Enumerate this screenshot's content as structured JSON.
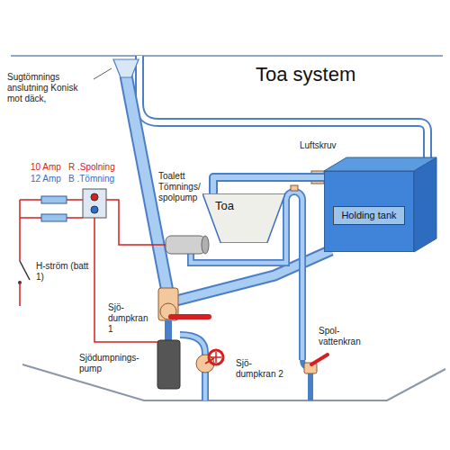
{
  "diagram": {
    "title": "Toa system",
    "nodes": [
      {
        "text": [
          "Toa"
        ]
      },
      {
        "text": [
          "Holding tank"
        ]
      }
    ],
    "edges": [
      {
        "from": 0,
        "to": 1,
        "arrow": "none"
      }
    ],
    "labels": [
      "Sugtömnings anslutning Konisk mot däck,",
      "10 Amp",
      "R .Spolning",
      "12 Amp",
      "B .Tömning",
      "H-ström (batt 1)",
      "Toalett Tömnings/ spolpump",
      "Luftskruv",
      "Sjö- dumpkran 1",
      "Sjödumpnings- pump",
      "Sjö- dumpkran 2",
      "Spol- vattenkran"
    ]
  }
}
